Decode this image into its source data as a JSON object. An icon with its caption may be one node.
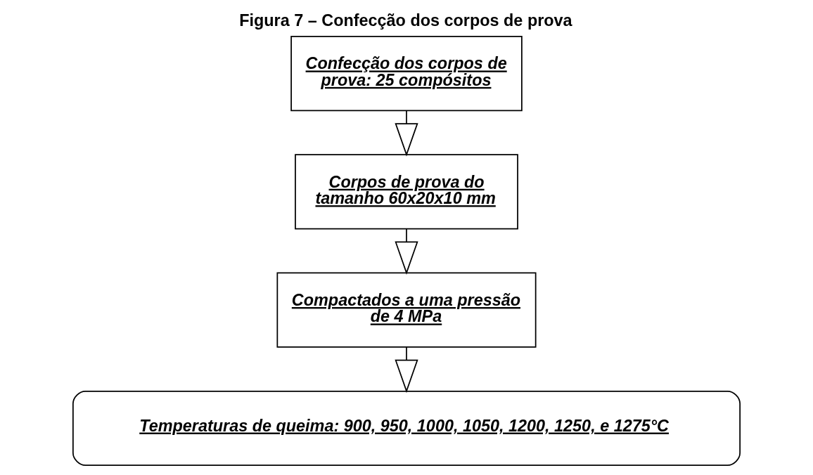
{
  "diagram": {
    "title": "Figura 7 – Confecção dos corpos de prova",
    "nodes": [
      {
        "text": [
          "Confecção dos corpos de prova: 25 compósitos"
        ]
      },
      {
        "text": [
          "Corpos de prova do tamanho 60x20x10 mm"
        ]
      },
      {
        "text": [
          "Compactados a uma pressão de 4 MPa"
        ]
      },
      {
        "text": [
          "Temperaturas de queima: 900, 950, 1000, 1050, 1200, 1250, e 1275°C"
        ]
      }
    ],
    "edges": [
      {
        "from": 0,
        "to": 1,
        "arrow": "to"
      },
      {
        "from": 1,
        "to": 2,
        "arrow": "to"
      },
      {
        "from": 2,
        "to": 3,
        "arrow": "to"
      }
    ]
  }
}
